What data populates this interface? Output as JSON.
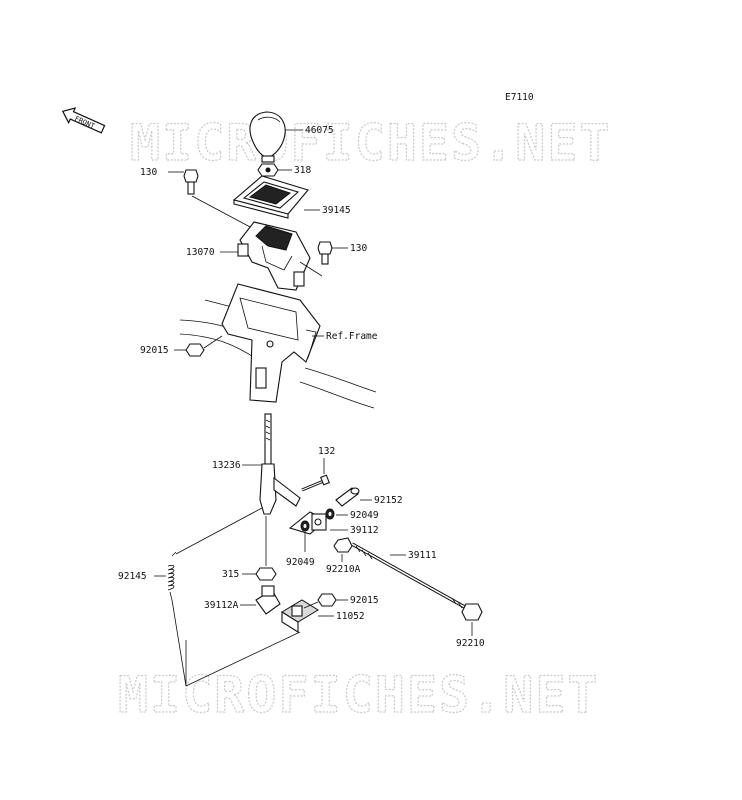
{
  "diagram_code": "E7110",
  "front_label": "FRONT",
  "watermark": {
    "top": "MICROFICHES.NET",
    "bottom": "MICROFICHES.NET"
  },
  "parts": {
    "knob": "46075",
    "nut_318": "318",
    "cover": "39145",
    "bolt_left": "130",
    "bolt_right": "130",
    "housing": "13070",
    "ref_frame": "Ref.Frame",
    "nut_92015_left": "92015",
    "lever": "13236",
    "bolt_132": "132",
    "pin_92152": "92152",
    "washer_92049_top": "92049",
    "joint_39112": "39112",
    "washer_92049_bottom": "92049",
    "rod_39111": "39111",
    "nut_92210A": "92210A",
    "spring": "92145",
    "nut_315": "315",
    "joint_39112A": "39112A",
    "nut_92015_right": "92015",
    "bracket": "11052",
    "nut_92210": "92210"
  }
}
